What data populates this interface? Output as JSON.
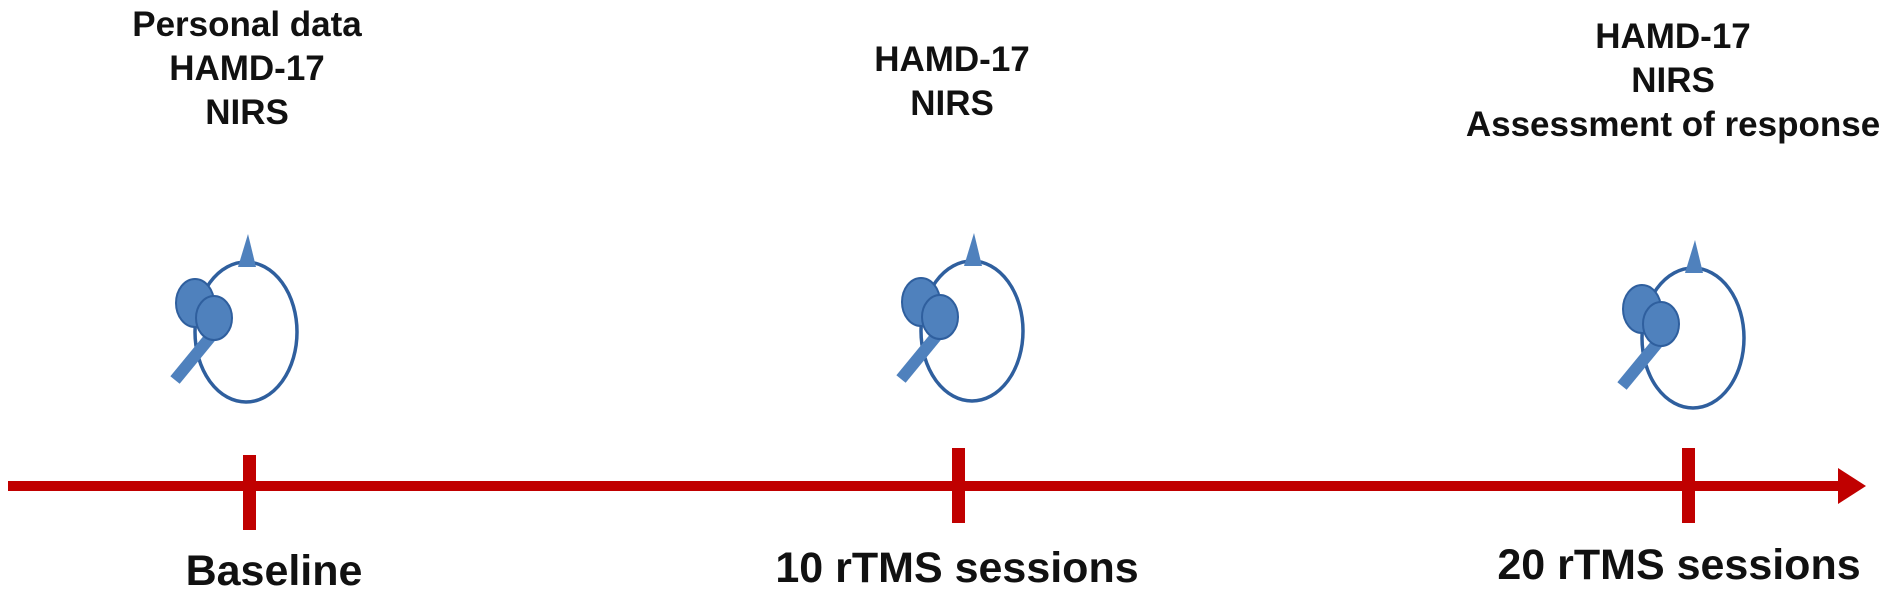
{
  "colors": {
    "timeline": "#c00000",
    "icon": "#4f81bd",
    "icon_outline": "#2f5f9e",
    "text": "#111111"
  },
  "timepoints": [
    {
      "measures": [
        "Personal data",
        "HAMD-17",
        "NIRS"
      ],
      "stage_label": "Baseline",
      "icon": "head-with-tms-coil-icon"
    },
    {
      "measures": [
        "HAMD-17",
        "NIRS"
      ],
      "stage_label": "10 rTMS sessions",
      "icon": "head-with-tms-coil-icon"
    },
    {
      "measures": [
        "HAMD-17",
        "NIRS",
        "Assessment of response"
      ],
      "stage_label": "20 rTMS sessions",
      "icon": "head-with-tms-coil-icon"
    }
  ]
}
